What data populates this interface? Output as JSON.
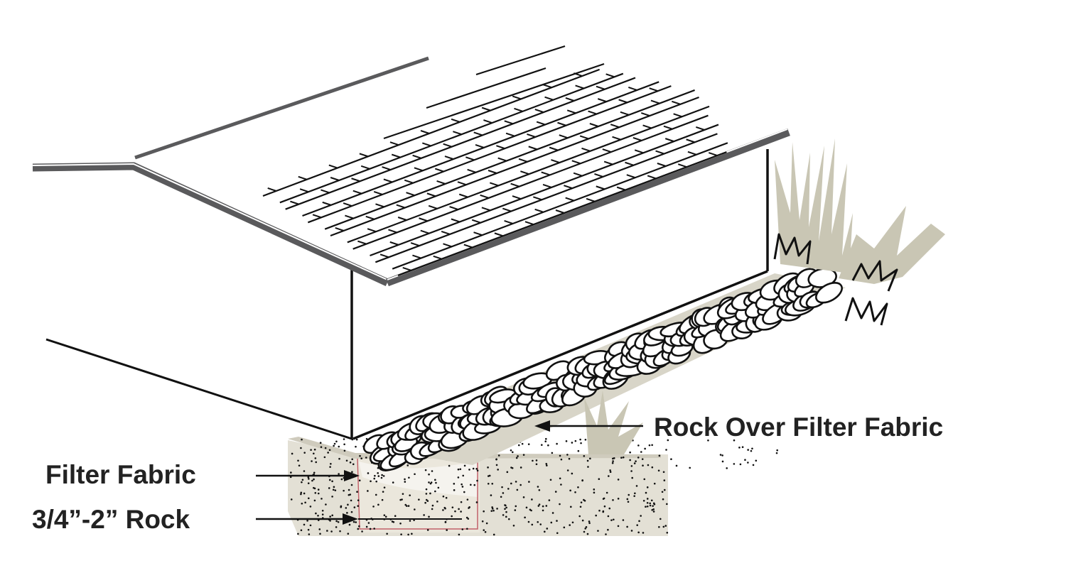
{
  "labels": {
    "rock_over_fabric": "Rock Over Filter Fabric",
    "filter_fabric": "Filter Fabric",
    "rock_size": "3/4”-2” Rock"
  },
  "colors": {
    "ink": "#111111",
    "roof_trim": "#5a5a5c",
    "soil": "#e3e0d5",
    "plant": "#c9c6b4",
    "fabric": "#f4f1eb",
    "fabric_edge": "#b02a3a"
  }
}
